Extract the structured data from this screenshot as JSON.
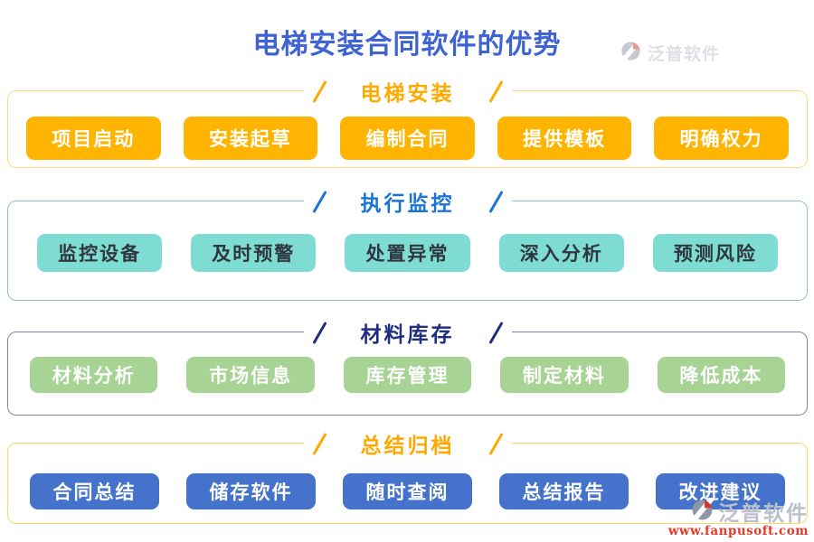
{
  "page": {
    "title": "电梯安装合同软件的优势",
    "title_color": "#3f63d2",
    "background": "#ffffff"
  },
  "brand": {
    "name": "泛普软件",
    "url": "www.fanpusoft.com",
    "url_color": "#e23a2c",
    "logo_gray": "#8f96a3",
    "logo_red": "#d5372b",
    "watermark_text_color": "#bac0cc"
  },
  "sections": [
    {
      "title": "电梯安装",
      "title_color": "#ffaa00",
      "border_color": "#ffd97e",
      "button_bg": "#ffb402",
      "button_text_color": "#ffffff",
      "items": [
        "项目启动",
        "安装起草",
        "编制合同",
        "提供模板",
        "明确权力"
      ]
    },
    {
      "title": "执行监控",
      "title_color": "#1b74d4",
      "border_color": "#8fbce4",
      "button_bg": "#7edcd2",
      "button_text_color": "#2f3640",
      "items": [
        "监控设备",
        "及时预警",
        "处置异常",
        "深入分析",
        "预测风险"
      ]
    },
    {
      "title": "材料库存",
      "title_color": "#202e7e",
      "border_color": "#7c82b5",
      "button_bg": "#a7d394",
      "button_text_color": "#ffffff",
      "items": [
        "材料分析",
        "市场信息",
        "库存管理",
        "制定材料",
        "降低成本"
      ]
    },
    {
      "title": "总结归档",
      "title_color": "#ffa800",
      "border_color": "#ffd761",
      "button_bg": "#4573cc",
      "button_text_color": "#ffffff",
      "items": [
        "合同总结",
        "储存软件",
        "随时查阅",
        "总结报告",
        "改进建议"
      ]
    }
  ]
}
